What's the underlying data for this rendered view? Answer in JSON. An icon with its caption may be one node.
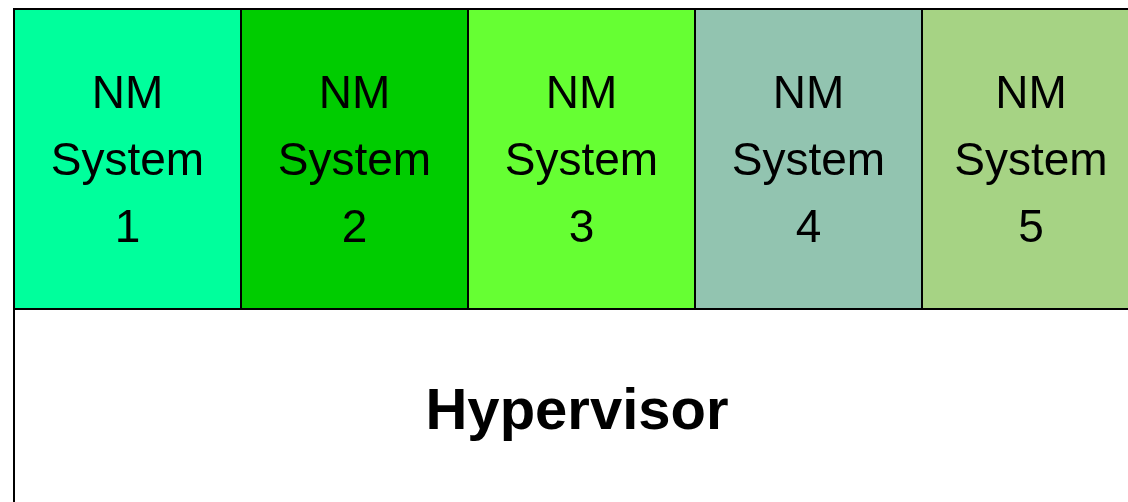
{
  "diagram": {
    "nodes": [
      {
        "text": [
          "NM System 1"
        ]
      },
      {
        "text": [
          "NM System 2"
        ]
      },
      {
        "text": [
          "NM System 3"
        ]
      },
      {
        "text": [
          "NM System 4"
        ]
      },
      {
        "text": [
          "NM System 5"
        ]
      },
      {
        "text": [
          "Hypervisor"
        ]
      }
    ]
  }
}
